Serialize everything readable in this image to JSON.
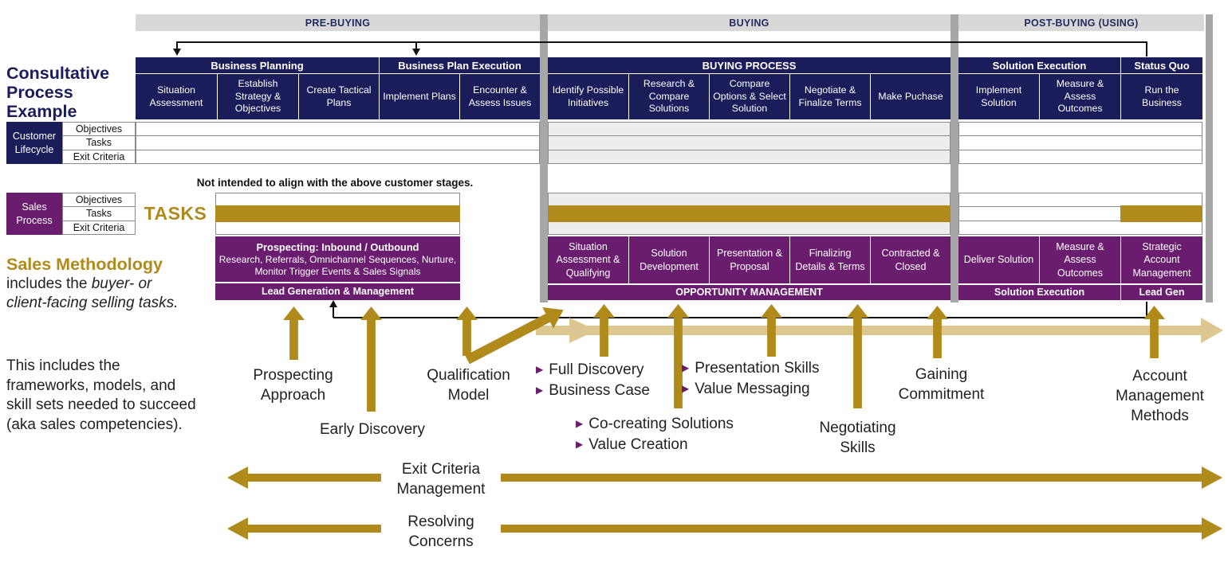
{
  "colors": {
    "navy": "#1B1D5B",
    "purple": "#6A1C6E",
    "gold": "#B18A1C",
    "tan": "#DBC78F",
    "phase_bar_gray": "#D8D8D8",
    "divider_gray": "#A7A7A7",
    "row_gray": "#EDEDEF"
  },
  "phases": {
    "pre": "PRE-BUYING",
    "buying": "BUYING",
    "post": "POST-BUYING (USING)"
  },
  "left_panel": {
    "title": "Consultative Process Example",
    "methodology_heading": "Sales Methodology",
    "methodology_lead": "includes the ",
    "methodology_italic": "buyer- or client-facing selling tasks.",
    "paragraph": "This includes the frameworks, models, and skill sets needed to succeed (aka sales competencies)."
  },
  "process_table": {
    "groups": [
      "Business Planning",
      "Business Plan Execution",
      "BUYING PROCESS",
      "Solution Execution",
      "Status Quo"
    ],
    "columns": [
      "Situation Assessment",
      "Establish Strategy & Objectives",
      "Create Tactical Plans",
      "Implement Plans",
      "Encounter & Assess Issues",
      "Identify Possible Initiatives",
      "Research & Compare Solutions",
      "Compare Options & Select Solution",
      "Negotiate & Finalize Terms",
      "Make Puchase",
      "Implement Solution",
      "Measure & Assess Outcomes",
      "Run the Business"
    ]
  },
  "customer_lifecycle": {
    "label": "Customer Lifecycle",
    "rows": [
      "Objectives",
      "Tasks",
      "Exit Criteria"
    ]
  },
  "sales_process": {
    "label": "Sales Process",
    "rows": [
      "Objectives",
      "Tasks",
      "Exit Criteria"
    ],
    "tasks_label": "TASKS",
    "alignment_note": "Not intended to align with the above customer stages."
  },
  "methodology": {
    "prospecting_title": "Prospecting: Inbound / Outbound",
    "prospecting_detail": "Research, Referrals, Omnichannel Sequences, Nurture, Monitor Trigger Events & Sales Signals",
    "lead_gen_label": "Lead Generation & Management",
    "buying_cells": [
      "Situation Assessment & Qualifying",
      "Solution Development",
      "Presentation & Proposal",
      "Finalizing Details & Terms",
      "Contracted & Closed"
    ],
    "opportunity_label": "OPPORTUNITY MANAGEMENT",
    "post_cells": [
      "Deliver Solution",
      "Measure & Assess Outcomes",
      "Strategic Account Management"
    ],
    "solution_execution_label": "Solution Execution",
    "lead_gen_short_label": "Lead Gen"
  },
  "competencies": {
    "prospecting_approach": "Prospecting Approach",
    "early_discovery": "Early Discovery",
    "qualification_model": "Qualification Model",
    "full_discovery": "Full Discovery",
    "business_case": "Business Case",
    "presentation_skills": "Presentation Skills",
    "value_messaging": "Value Messaging",
    "co_creating_solutions": "Co-creating Solutions",
    "value_creation": "Value Creation",
    "negotiating_skills": "Negotiating Skills",
    "gaining_commitment": "Gaining Commitment",
    "account_management_methods": "Account Management Methods",
    "exit_criteria_management": "Exit Criteria Management",
    "resolving_concerns": "Resolving Concerns"
  }
}
